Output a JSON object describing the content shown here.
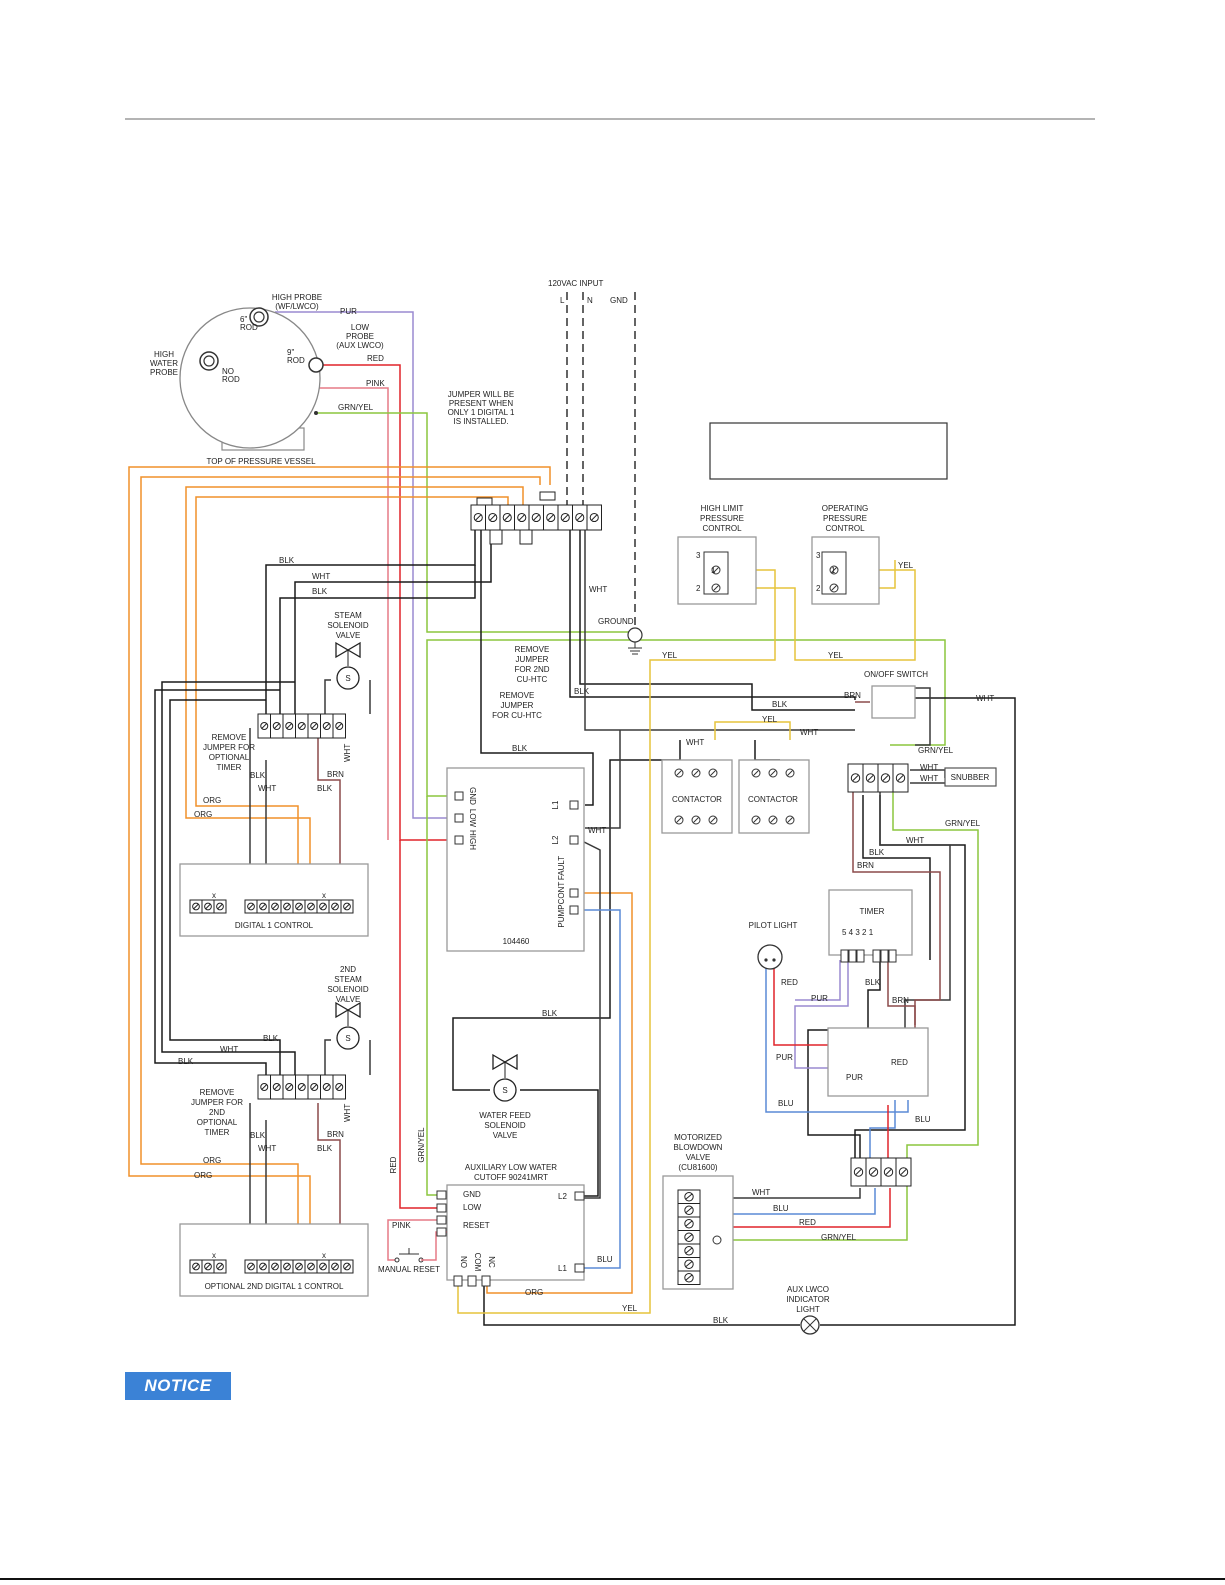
{
  "colors": {
    "BLK": "#1a1a1a",
    "WHT": "#3a3a3a",
    "RED": "#e0242a",
    "ORG": "#f0902a",
    "YEL": "#e6c43c",
    "PUR": "#9a8ad0",
    "PINK": "#e67a86",
    "BRN": "#8b4a4a",
    "BLU": "#5a8ad6",
    "GRN": "#8cc63f",
    "notice": "#3b82d6"
  },
  "header": {
    "notice": "NOTICE"
  },
  "labels": {
    "input120": "120VAC INPUT",
    "L": "L",
    "N": "N",
    "GND": "GND",
    "high_probe": [
      "HIGH PROBE",
      "(WF/LWCO)"
    ],
    "rod6": [
      "6\"",
      "ROD"
    ],
    "rod9": [
      "9\"",
      "ROD"
    ],
    "low_probe": [
      "LOW",
      "PROBE",
      "(AUX LWCO)"
    ],
    "high_water_probe": [
      "HIGH",
      "WATER",
      "PROBE"
    ],
    "no_rod": [
      "NO",
      "ROD"
    ],
    "top_vessel": "TOP OF PRESSURE VESSEL",
    "jumper_note": [
      "JUMPER WILL BE",
      "PRESENT WHEN",
      "ONLY 1 DIGITAL 1",
      "IS INSTALLED."
    ],
    "high_limit": [
      "HIGH LIMIT",
      "PRESSURE",
      "CONTROL"
    ],
    "operating": [
      "OPERATING",
      "PRESSURE",
      "CONTROL"
    ],
    "steam_valve": [
      "STEAM",
      "SOLENOID",
      "VALVE"
    ],
    "steam_valve2": [
      "2ND",
      "STEAM",
      "SOLENOID",
      "VALVE"
    ],
    "remove_2nd": [
      "REMOVE",
      "JUMPER",
      "FOR 2ND",
      "CU-HTC"
    ],
    "remove_cu": [
      "REMOVE",
      "JUMPER",
      "FOR CU-HTC"
    ],
    "ground": "GROUND",
    "onoff": "ON/OFF SWITCH",
    "snubber": "SNUBBER",
    "contactor": "CONTACTOR",
    "remove_timer": [
      "REMOVE",
      "JUMPER FOR",
      "OPTIONAL",
      "TIMER"
    ],
    "remove_timer2": [
      "REMOVE",
      "JUMPER FOR",
      "2ND",
      "OPTIONAL",
      "TIMER"
    ],
    "digital1": "DIGITAL 1 CONTROL",
    "digital2": "OPTIONAL 2ND DIGITAL 1 CONTROL",
    "board": "104460",
    "board_pins_left": [
      "GND",
      "LOW",
      "HIGH"
    ],
    "board_pins_right": [
      "L1",
      "L2"
    ],
    "board_pins_pump": [
      "FAULT",
      "CONT",
      "PUMP"
    ],
    "pilot": "PILOT LIGHT",
    "timer": "TIMER",
    "timer_pins": "5 4 3   2 1",
    "water_feed": [
      "WATER FEED",
      "SOLENOID",
      "VALVE"
    ],
    "aux_lwco": [
      "AUXILIARY LOW WATER",
      "CUTOFF 90241MRT"
    ],
    "aux_pins": [
      "GND",
      "LOW",
      "RESET"
    ],
    "aux_bottom": [
      "NO",
      "COM",
      "NC"
    ],
    "manual_reset": "MANUAL RESET",
    "motorized": [
      "MOTORIZED",
      "BLOWDOWN",
      "VALVE",
      "(CU81600)"
    ],
    "aux_light": [
      "AUX LWCO",
      "INDICATOR",
      "LIGHT"
    ],
    "s": "S",
    "x": "x",
    "pins": [
      "1",
      "2",
      "3"
    ]
  },
  "wire_labels": {
    "PUR": "PUR",
    "RED": "RED",
    "PINK": "PINK",
    "GRNYEL": "GRN/YEL",
    "BLK": "BLK",
    "WHT": "WHT",
    "YEL": "YEL",
    "BRN": "BRN",
    "ORG": "ORG",
    "BLU": "BLU"
  }
}
